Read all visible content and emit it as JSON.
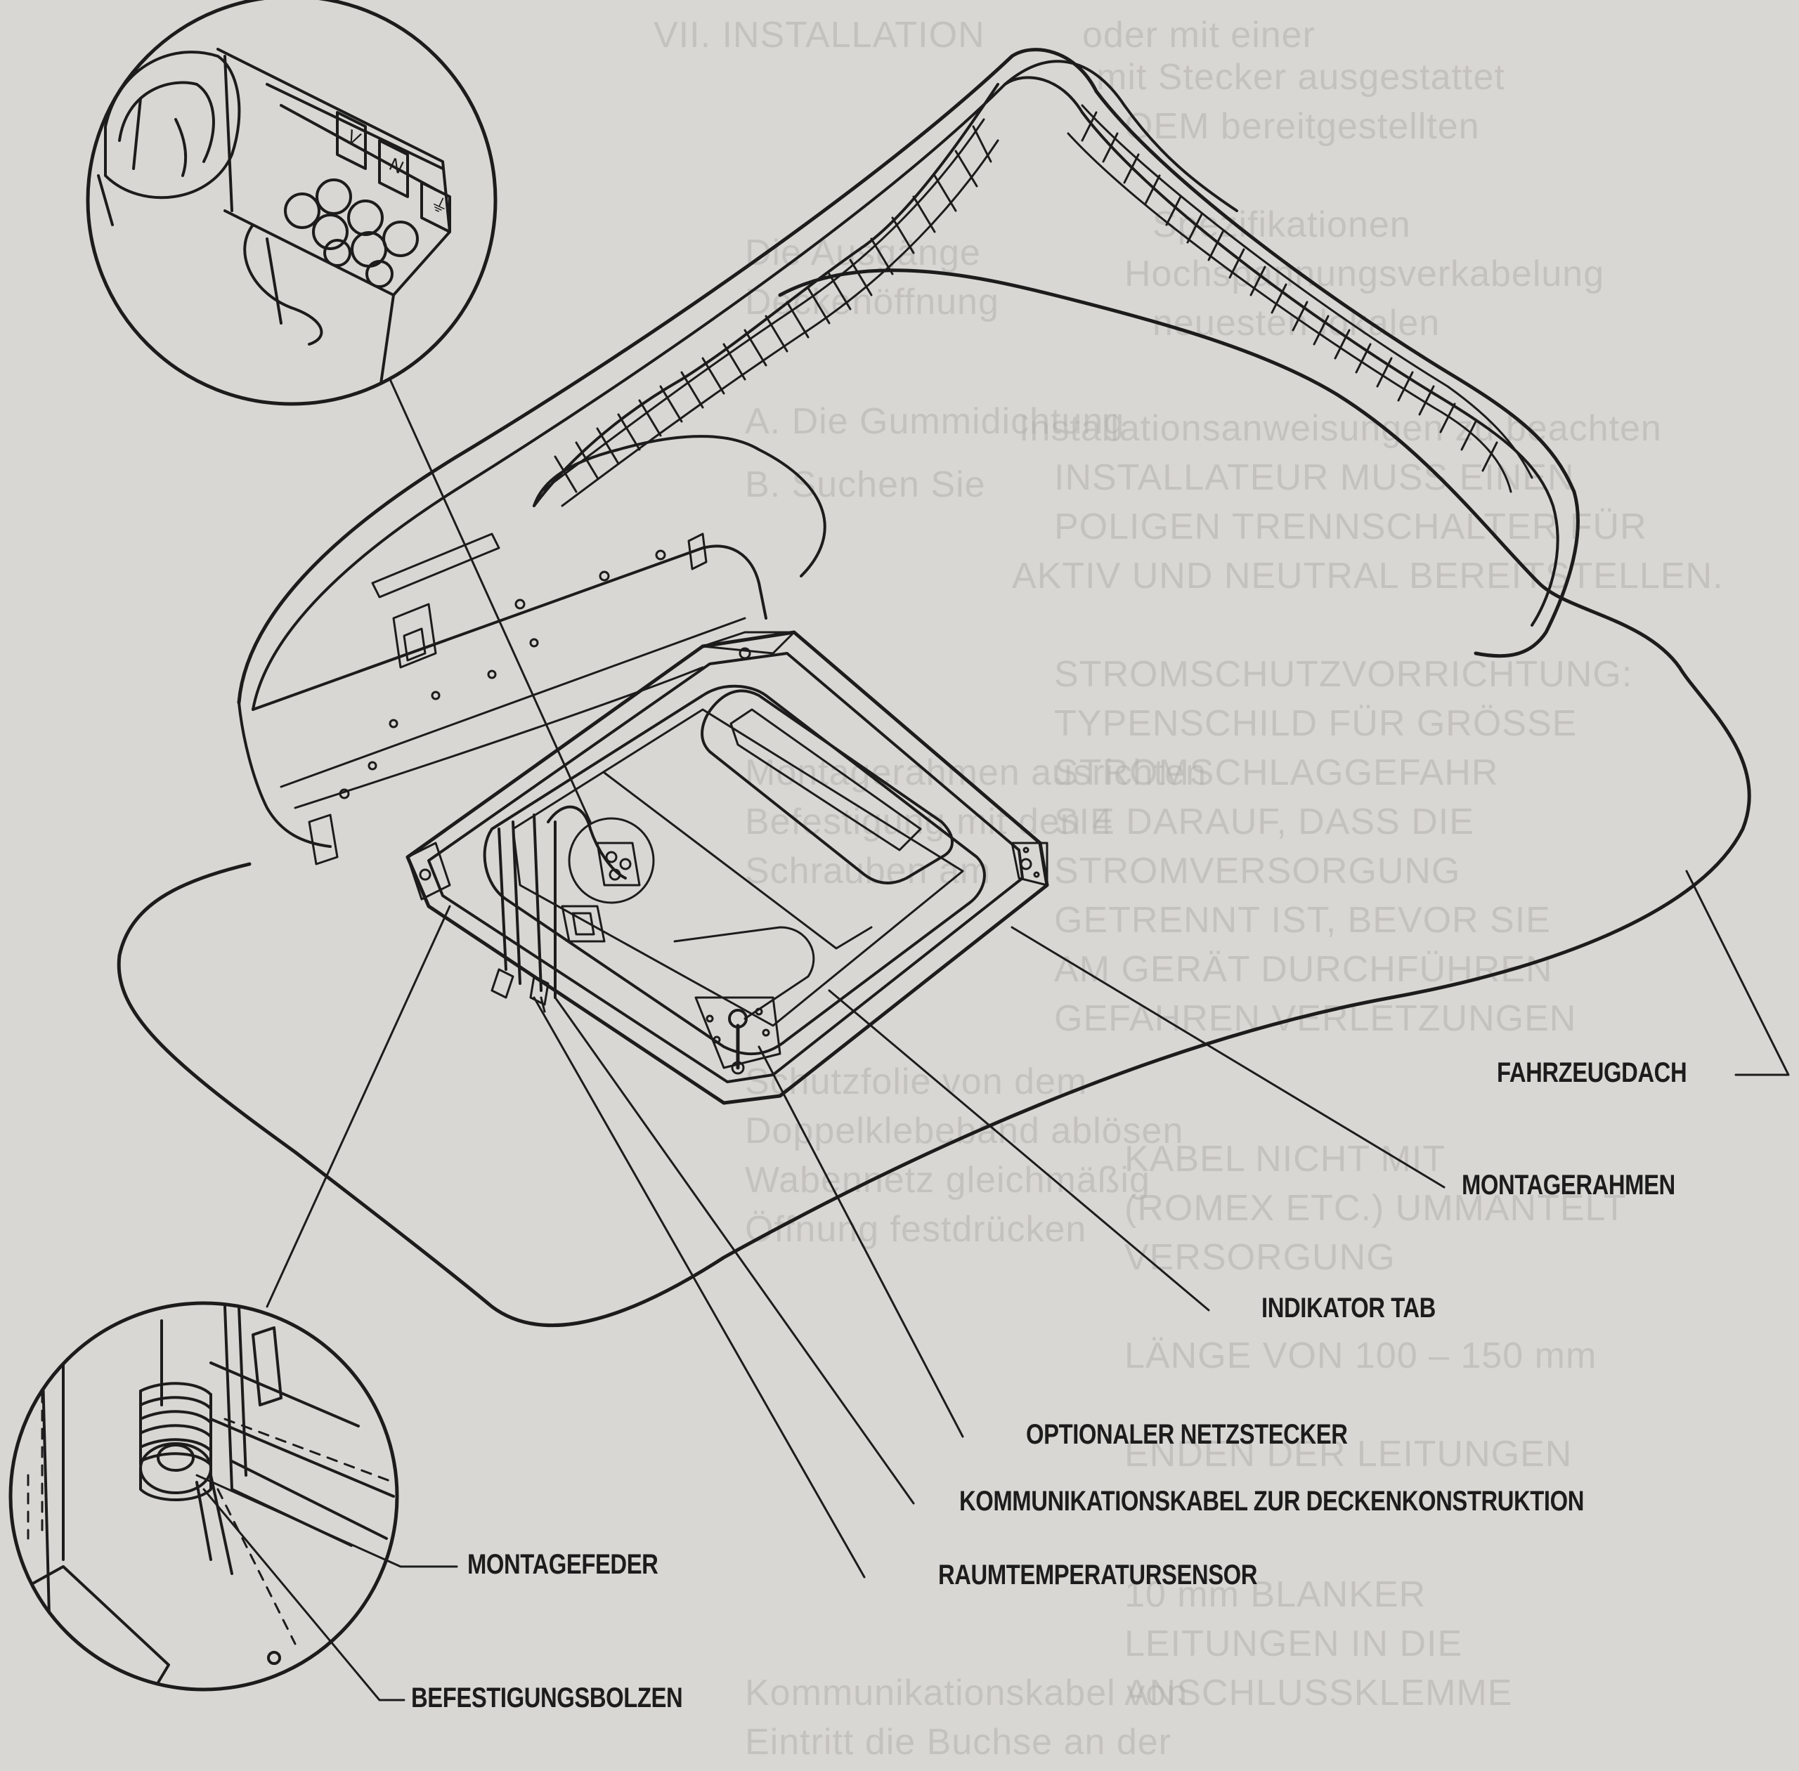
{
  "callouts": {
    "fahrzeugdach": "FAHRZEUGDACH",
    "montagerahmen": "MONTAGERAHMEN",
    "indikator_tab": "INDIKATOR TAB",
    "optionaler_netzstecker": "OPTIONALER NETZSTECKER",
    "kommunikationskabel": "KOMMUNIKATIONSKABEL ZUR DECKENKONSTRUKTION",
    "raumtemperatursensor": "RAUMTEMPERATURSENSOR",
    "montagefeder": "MONTAGEFEDER",
    "befestigungsbolzen": "BEFESTIGUNGSBOLZEN"
  },
  "connector_labels": [
    "V",
    "N",
    "⏚"
  ],
  "colors": {
    "paper": "#d9d7d3",
    "ink": "#1c1c1c",
    "faded_text": "#b3b1ad"
  }
}
